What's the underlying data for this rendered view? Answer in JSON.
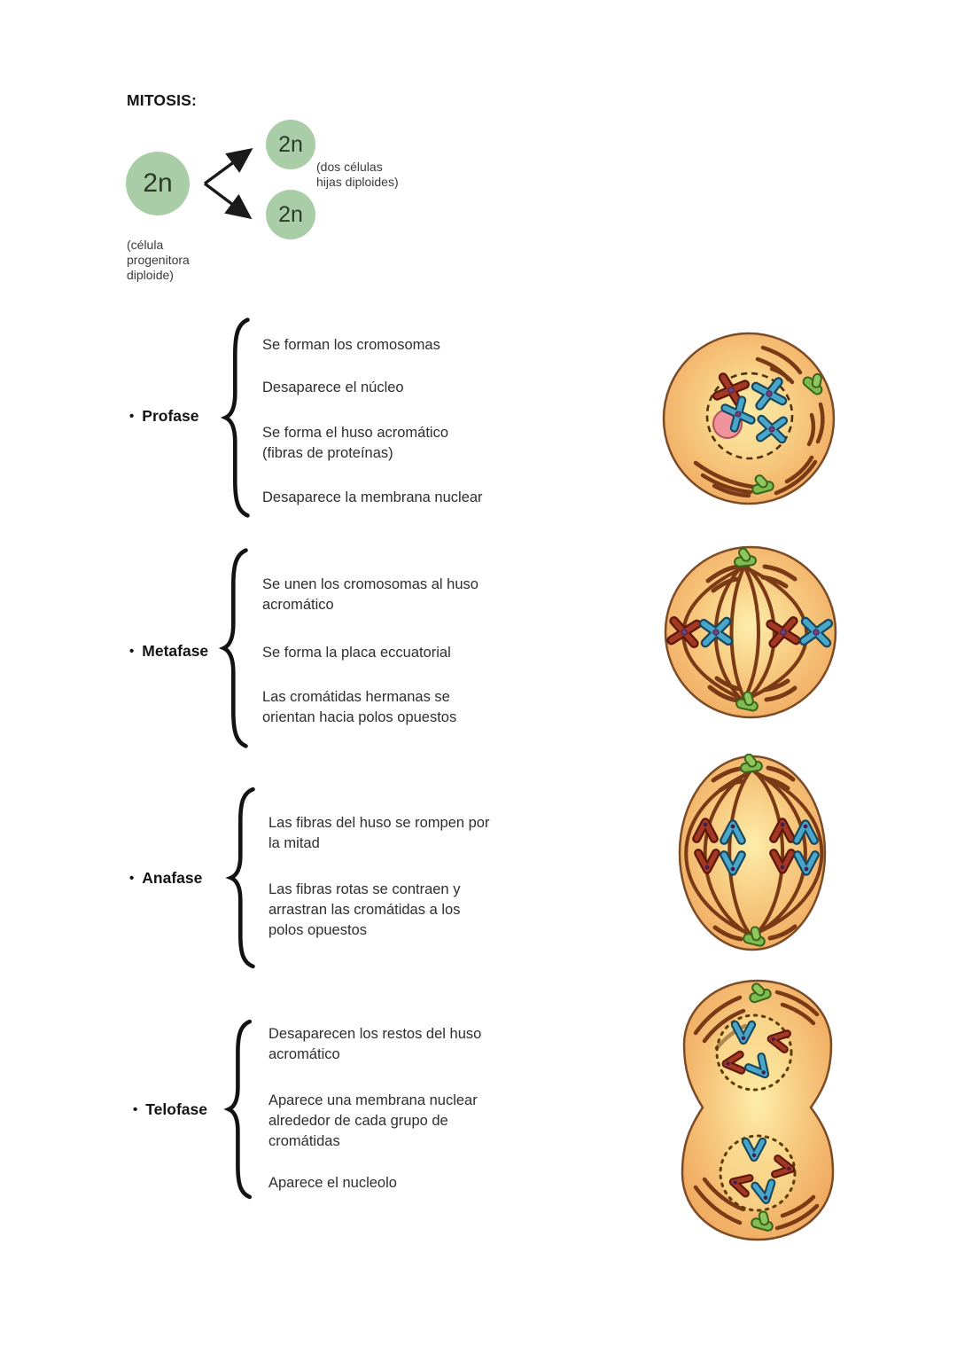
{
  "title": "MITOSIS:",
  "bullet_glyph": "•",
  "overview": {
    "parent_cell": {
      "label": "2n",
      "caption": "(célula\nprogenitora\ndiploide)"
    },
    "daughter_cells": {
      "labels": [
        "2n",
        "2n"
      ],
      "caption": "(dos células\nhijas diploides)"
    },
    "cell_color": "#a9cda6"
  },
  "phases": [
    {
      "name": "Profase",
      "points": [
        "Se forman los cromosomas",
        "Desaparece el núcleo",
        "Se forma el huso acromático\n(fibras de proteínas)",
        "Desaparece la membrana nuclear"
      ],
      "illustration": "prophase-cell"
    },
    {
      "name": "Metafase",
      "points": [
        "Se unen los cromosomas al huso\nacromático",
        "Se forma la placa eccuatorial",
        "Las cromátidas hermanas se\norientan hacia polos opuestos"
      ],
      "illustration": "metaphase-cell"
    },
    {
      "name": "Anafase",
      "points": [
        "Las fibras del huso se rompen por\nla mitad",
        "Las fibras rotas se contraen y\narrastran las cromátidas a los\npolos opuestos"
      ],
      "illustration": "anaphase-cell"
    },
    {
      "name": "Telofase",
      "points": [
        "Desaparecen los restos del huso\nacromático",
        "Aparece una membrana nuclear\nalrededor de cada grupo de\ncromátidas",
        "Aparece el nucleolo"
      ],
      "illustration": "telophase-cell"
    }
  ],
  "colors": {
    "cell_membrane": "#7b4c27",
    "cell_body": "#efa45b",
    "cell_center": "#fdeeab",
    "spindle_fiber": "#7a3a16",
    "chromosome_red": "#a33823",
    "chromosome_blue": "#4aa6c9",
    "centriole_green": "#7fbb4e",
    "nucleolus_pink": "#f0939c",
    "diagram_green": "#a9cda6"
  }
}
